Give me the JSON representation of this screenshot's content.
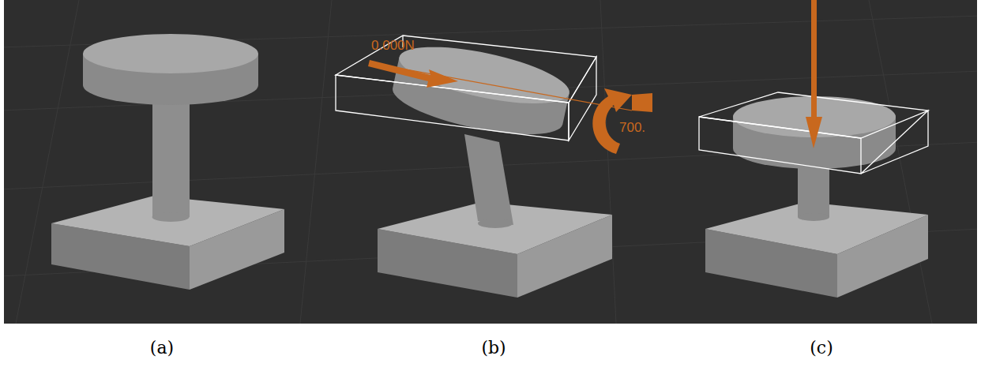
{
  "diagram": {
    "labels": [
      "0.000N",
      "700.",
      "(a)",
      "(b)",
      "(c)"
    ]
  }
}
